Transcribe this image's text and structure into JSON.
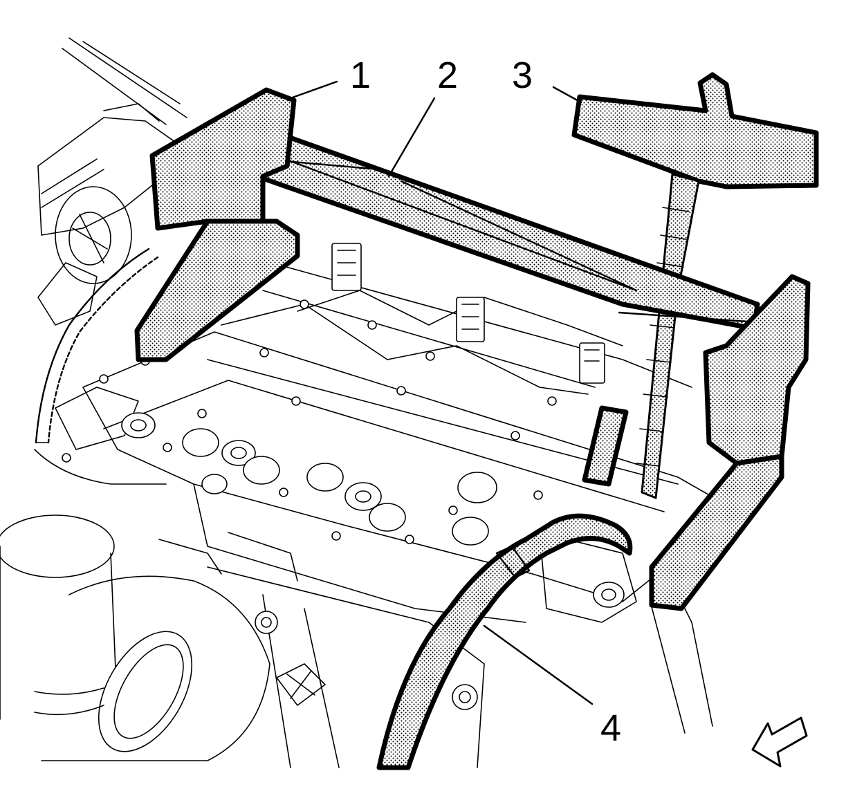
{
  "callouts": {
    "c1": "1",
    "c2": "2",
    "c3": "3",
    "c4": "4"
  },
  "colors": {
    "ink": "#000000",
    "paper": "#ffffff",
    "stipple": "#000000"
  },
  "icons": {
    "direction": "front-arrow-icon"
  }
}
